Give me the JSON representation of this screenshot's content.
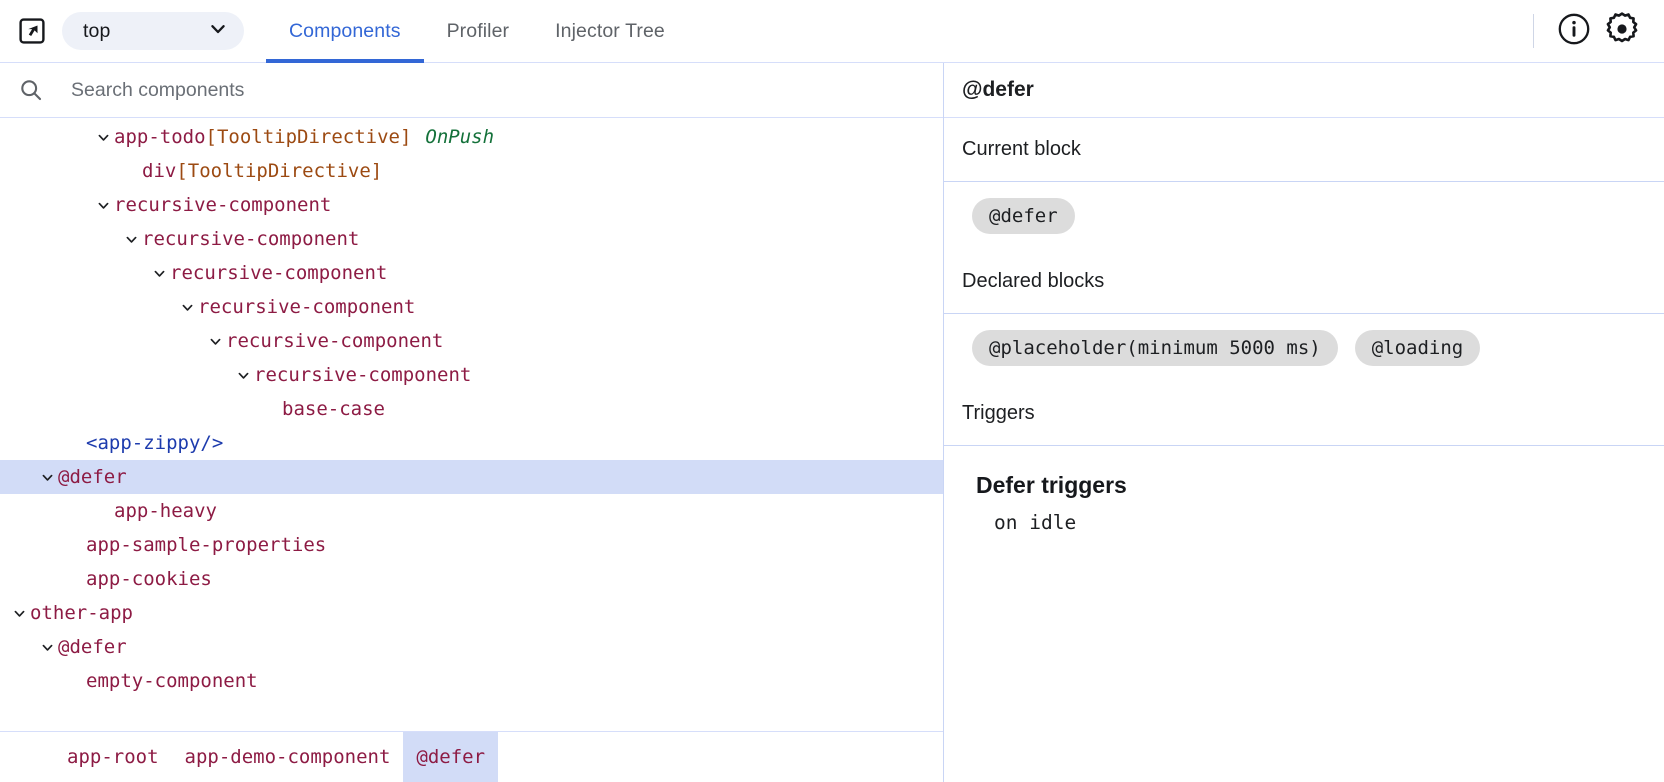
{
  "toolbar": {
    "inspect_icon": "inspect-element-icon",
    "frame_select": {
      "value": "top",
      "chevron_icon": "chevron-down-icon"
    },
    "tabs": [
      {
        "label": "Components",
        "active": true
      },
      {
        "label": "Profiler",
        "active": false
      },
      {
        "label": "Injector Tree",
        "active": false
      }
    ],
    "info_icon": "info-circle-icon",
    "settings_icon": "gear-icon",
    "accent_color": "#3367d6"
  },
  "search": {
    "icon": "search-icon",
    "value": "",
    "placeholder": "Search components"
  },
  "tree": {
    "nodes": [
      {
        "name": "app-todo",
        "directive": "[TooltipDirective]",
        "badge": "OnPush",
        "depth": 3,
        "caret": "down",
        "kind": "component"
      },
      {
        "name": "div",
        "directive": "[TooltipDirective]",
        "badge": "",
        "depth": 4,
        "caret": "none",
        "kind": "component"
      },
      {
        "name": "recursive-component",
        "directive": "",
        "badge": "",
        "depth": 3,
        "caret": "down",
        "kind": "component"
      },
      {
        "name": "recursive-component",
        "directive": "",
        "badge": "",
        "depth": 4,
        "caret": "down",
        "kind": "component"
      },
      {
        "name": "recursive-component",
        "directive": "",
        "badge": "",
        "depth": 5,
        "caret": "down",
        "kind": "component"
      },
      {
        "name": "recursive-component",
        "directive": "",
        "badge": "",
        "depth": 6,
        "caret": "down",
        "kind": "component"
      },
      {
        "name": "recursive-component",
        "directive": "",
        "badge": "",
        "depth": 7,
        "caret": "down",
        "kind": "component"
      },
      {
        "name": "recursive-component",
        "directive": "",
        "badge": "",
        "depth": 8,
        "caret": "down",
        "kind": "component"
      },
      {
        "name": "base-case",
        "directive": "",
        "badge": "",
        "depth": 9,
        "caret": "none",
        "kind": "component"
      },
      {
        "name": "<app-zippy/>",
        "directive": "",
        "badge": "",
        "depth": 2,
        "caret": "none",
        "kind": "element"
      },
      {
        "name": "@defer",
        "directive": "",
        "badge": "",
        "depth": 1,
        "caret": "down",
        "kind": "component",
        "selected": true
      },
      {
        "name": "app-heavy",
        "directive": "",
        "badge": "",
        "depth": 3,
        "caret": "none",
        "kind": "component"
      },
      {
        "name": "app-sample-properties",
        "directive": "",
        "badge": "",
        "depth": 2,
        "caret": "none",
        "kind": "component"
      },
      {
        "name": "app-cookies",
        "directive": "",
        "badge": "",
        "depth": 2,
        "caret": "none",
        "kind": "component"
      },
      {
        "name": "other-app",
        "directive": "",
        "badge": "",
        "depth": 0,
        "caret": "down",
        "kind": "component"
      },
      {
        "name": "@defer",
        "directive": "",
        "badge": "",
        "depth": 1,
        "caret": "down",
        "kind": "component"
      },
      {
        "name": "empty-component",
        "directive": "",
        "badge": "",
        "depth": 2,
        "caret": "none",
        "kind": "component"
      }
    ],
    "colors": {
      "component": "#8d1b44",
      "directive": "#9c4a12",
      "element": "#1d3bad",
      "badge": "#14713a",
      "selected_bg": "#d2dcf7"
    }
  },
  "breadcrumb": {
    "items": [
      {
        "label": "app-root",
        "active": false
      },
      {
        "label": "app-demo-component",
        "active": false
      },
      {
        "label": "@defer",
        "active": true
      }
    ]
  },
  "details": {
    "title": "@defer",
    "sections": [
      {
        "heading": "Current block",
        "chips": [
          "@defer"
        ]
      },
      {
        "heading": "Declared blocks",
        "chips": [
          "@placeholder(minimum 5000 ms)",
          "@loading"
        ]
      },
      {
        "heading": "Triggers",
        "chips": []
      }
    ],
    "defer_triggers": {
      "heading": "Defer triggers",
      "value": "on idle"
    }
  }
}
